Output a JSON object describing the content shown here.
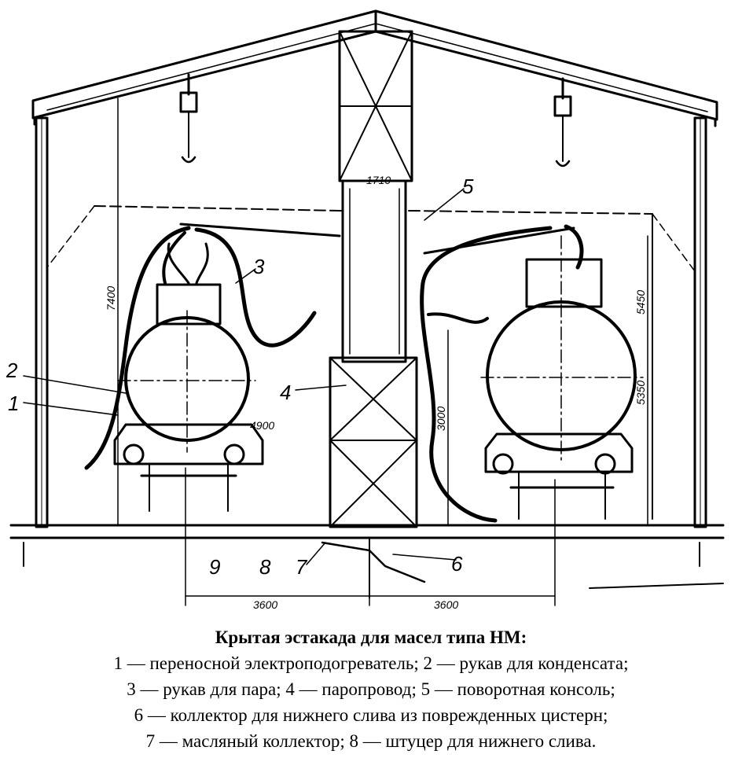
{
  "figure": {
    "labels": {
      "n1": "1",
      "n2": "2",
      "n3": "3",
      "n4": "4",
      "n5": "5",
      "n6": "6",
      "n7": "7",
      "n8": "8",
      "n9": "9"
    },
    "dimensions": {
      "d7400": "7400",
      "d5450": "5450",
      "d5350": "5350",
      "d4900": "4900",
      "d3000": "3000",
      "d1700": "1710",
      "d3600_left": "3600",
      "d3600_right": "3600"
    }
  },
  "caption": {
    "title": "Крытая эстакада для масел типа НМ:",
    "lines": [
      "1 — переносной электроподогреватель; 2 — рукав для конденсата;",
      "3 — рукав для пара; 4 — паропровод; 5 — поворотная консоль;",
      "6 — коллектор для нижнего слива из поврежденных цистерн;",
      "7 — масляный коллектор; 8 — штуцер для нижнего слива."
    ]
  }
}
